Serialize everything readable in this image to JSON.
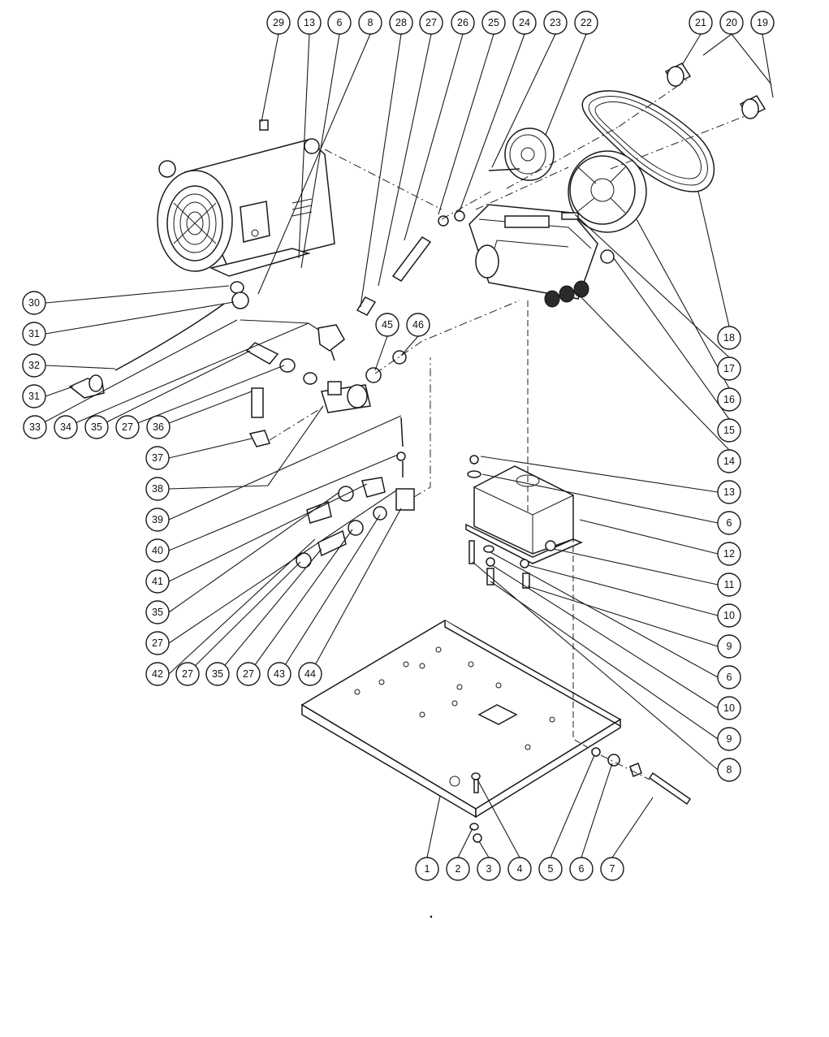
{
  "diagram": {
    "type": "exploded-parts-diagram",
    "footer_mark": "."
  },
  "callouts": [
    {
      "id": "c29a",
      "number": "29"
    },
    {
      "id": "c13a",
      "number": "13"
    },
    {
      "id": "c6a",
      "number": "6"
    },
    {
      "id": "c8a",
      "number": "8"
    },
    {
      "id": "c28",
      "number": "28"
    },
    {
      "id": "c27a",
      "number": "27"
    },
    {
      "id": "c26",
      "number": "26"
    },
    {
      "id": "c25",
      "number": "25"
    },
    {
      "id": "c24",
      "number": "24"
    },
    {
      "id": "c23",
      "number": "23"
    },
    {
      "id": "c22",
      "number": "22"
    },
    {
      "id": "c21",
      "number": "21"
    },
    {
      "id": "c20",
      "number": "20"
    },
    {
      "id": "c19",
      "number": "19"
    },
    {
      "id": "c30",
      "number": "30"
    },
    {
      "id": "c31a",
      "number": "31"
    },
    {
      "id": "c32",
      "number": "32"
    },
    {
      "id": "c31b",
      "number": "31"
    },
    {
      "id": "c33",
      "number": "33"
    },
    {
      "id": "c34",
      "number": "34"
    },
    {
      "id": "c35a",
      "number": "35"
    },
    {
      "id": "c27b",
      "number": "27"
    },
    {
      "id": "c36",
      "number": "36"
    },
    {
      "id": "c37",
      "number": "37"
    },
    {
      "id": "c38",
      "number": "38"
    },
    {
      "id": "c39",
      "number": "39"
    },
    {
      "id": "c40",
      "number": "40"
    },
    {
      "id": "c41",
      "number": "41"
    },
    {
      "id": "c35b",
      "number": "35"
    },
    {
      "id": "c27c",
      "number": "27"
    },
    {
      "id": "c42",
      "number": "42"
    },
    {
      "id": "c27d",
      "number": "27"
    },
    {
      "id": "c35c",
      "number": "35"
    },
    {
      "id": "c27e",
      "number": "27"
    },
    {
      "id": "c43",
      "number": "43"
    },
    {
      "id": "c44",
      "number": "44"
    },
    {
      "id": "c45",
      "number": "45"
    },
    {
      "id": "c46",
      "number": "46"
    },
    {
      "id": "c18",
      "number": "18"
    },
    {
      "id": "c17",
      "number": "17"
    },
    {
      "id": "c16",
      "number": "16"
    },
    {
      "id": "c15",
      "number": "15"
    },
    {
      "id": "c14",
      "number": "14"
    },
    {
      "id": "c13b",
      "number": "13"
    },
    {
      "id": "c6b",
      "number": "6"
    },
    {
      "id": "c12",
      "number": "12"
    },
    {
      "id": "c11",
      "number": "11"
    },
    {
      "id": "c10a",
      "number": "10"
    },
    {
      "id": "c9a",
      "number": "9"
    },
    {
      "id": "c6c",
      "number": "6"
    },
    {
      "id": "c10b",
      "number": "10"
    },
    {
      "id": "c9b",
      "number": "9"
    },
    {
      "id": "c8b",
      "number": "8"
    },
    {
      "id": "c1",
      "number": "1"
    },
    {
      "id": "c2",
      "number": "2"
    },
    {
      "id": "c3",
      "number": "3"
    },
    {
      "id": "c4",
      "number": "4"
    },
    {
      "id": "c5",
      "number": "5"
    },
    {
      "id": "c6d",
      "number": "6"
    },
    {
      "id": "c7",
      "number": "7"
    }
  ]
}
